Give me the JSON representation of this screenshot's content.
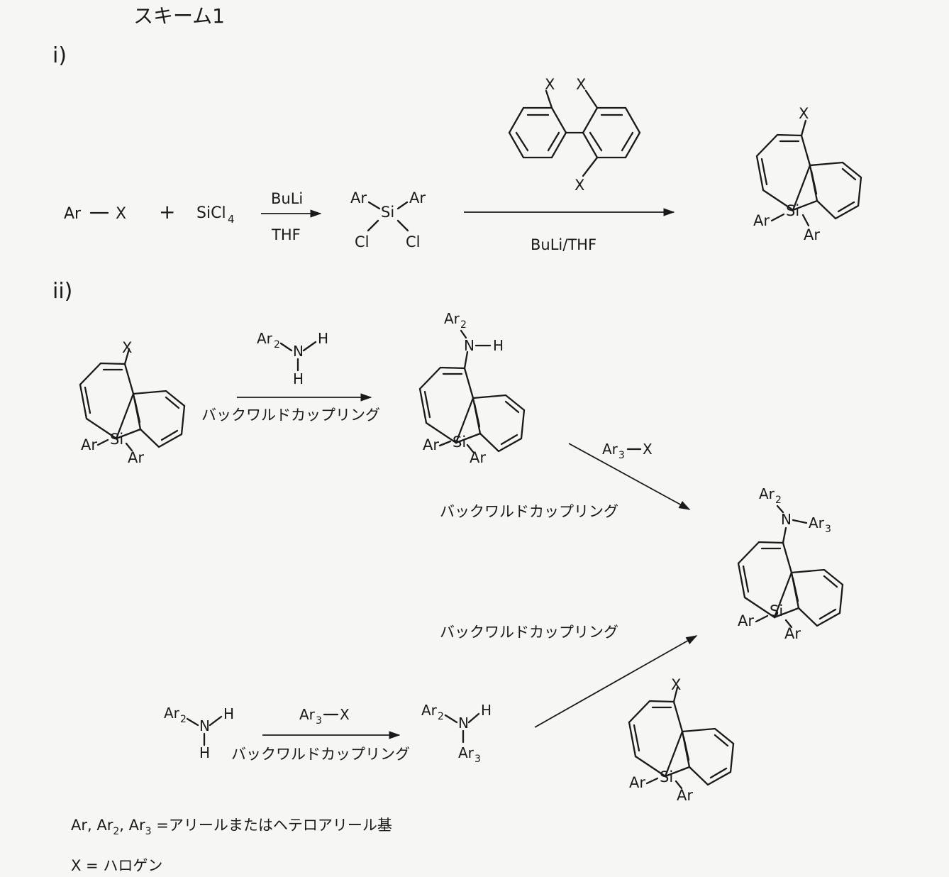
{
  "title": "スキーム1",
  "section_i": "i)",
  "section_ii": "ii)",
  "coupling_label": "バックワルドカップリング",
  "molecules": {
    "aryl_halide": {
      "ar": "Ar",
      "dash": "—",
      "x": "X"
    },
    "plus": "+",
    "sicl4": {
      "main": "SiCl",
      "sub": "4"
    },
    "dichlorosilane": {
      "ar1": "Ar",
      "ar2": "Ar",
      "si": "Si",
      "cl1": "Cl",
      "cl2": "Cl"
    },
    "trihalobiphenyl": {
      "x1": "X",
      "x2": "X",
      "x3": "X"
    },
    "silole_x": {
      "x": "X",
      "si": "Si",
      "ar1": "Ar",
      "ar2": "Ar"
    },
    "amine_reagent": {
      "ar": "Ar",
      "sub": "2",
      "n": "N",
      "h1": "H",
      "h2": "H"
    },
    "silole_nh": {
      "ar": "Ar",
      "sub": "2",
      "n": "N",
      "h": "H",
      "si": "Si",
      "ar1": "Ar",
      "ar2": "Ar"
    },
    "ar3x_reagent": {
      "ar": "Ar",
      "sub": "3",
      "dash": "—",
      "x": "X"
    },
    "product": {
      "ar2": "Ar",
      "sub2": "2",
      "n": "N",
      "ar3": "Ar",
      "sub3": "3",
      "si": "Si",
      "ar1": "Ar",
      "ar1b": "Ar"
    },
    "secondary_amine": {
      "ar2": "Ar",
      "sub2": "2",
      "n": "N",
      "h": "H",
      "ar3": "Ar",
      "sub3": "3"
    }
  },
  "arrows": {
    "step1": {
      "top": "BuLi",
      "bottom": "THF"
    },
    "step2": {
      "bottom": "BuLi/THF"
    }
  },
  "legend": {
    "line1_prefix": "Ar, Ar",
    "line1_sub2": "2",
    "line1_mid": ", Ar",
    "line1_sub3": "3",
    "line1_suffix": " =アリールまたはヘテロアリール基",
    "line2": "X = ハロゲン"
  }
}
